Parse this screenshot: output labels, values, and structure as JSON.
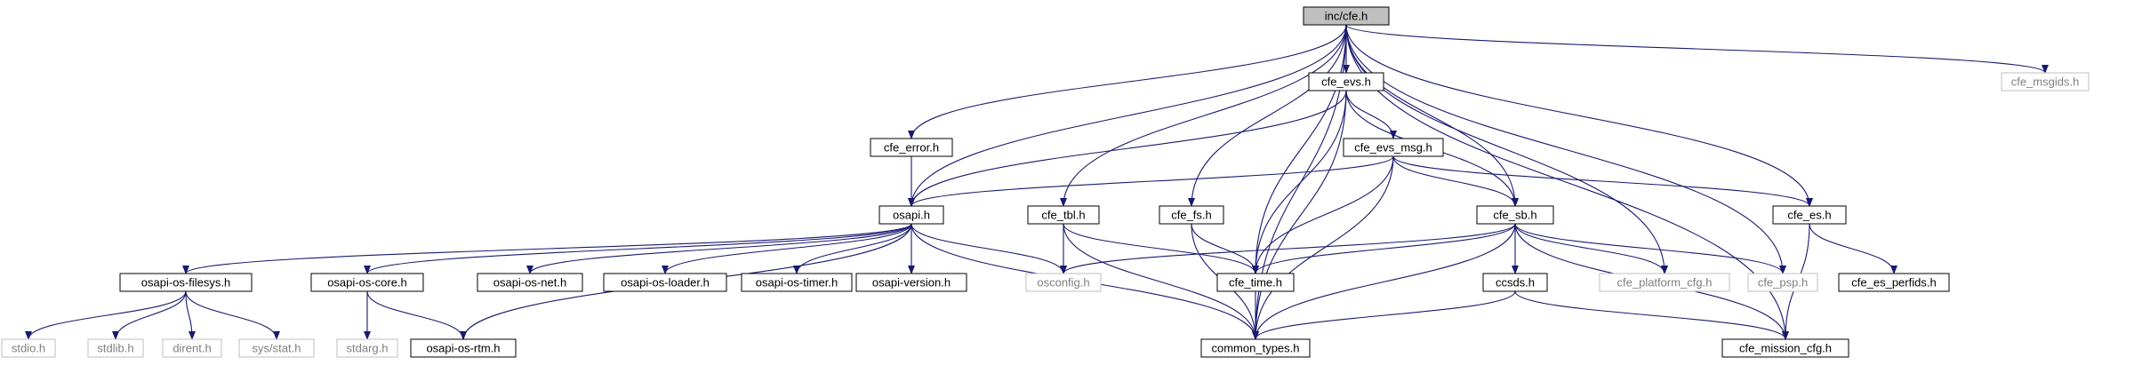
{
  "colors": {
    "edge": "#191970",
    "node_border": "#000000",
    "node_border_external": "#bfbfbf",
    "text": "#000000",
    "text_external": "#7f7f7f",
    "root_fill": "#bfbfbf",
    "fill": "#ffffff"
  },
  "nodes": [
    {
      "id": "cfe_h",
      "label": "inc/cfe.h",
      "kind": "root"
    },
    {
      "id": "cfe_evs_h",
      "label": "cfe_evs.h",
      "kind": "internal"
    },
    {
      "id": "cfe_msgids_h",
      "label": "cfe_msgids.h",
      "kind": "external"
    },
    {
      "id": "cfe_error_h",
      "label": "cfe_error.h",
      "kind": "internal"
    },
    {
      "id": "cfe_evs_msg_h",
      "label": "cfe_evs_msg.h",
      "kind": "internal"
    },
    {
      "id": "osapi_h",
      "label": "osapi.h",
      "kind": "internal"
    },
    {
      "id": "cfe_tbl_h",
      "label": "cfe_tbl.h",
      "kind": "internal"
    },
    {
      "id": "cfe_fs_h",
      "label": "cfe_fs.h",
      "kind": "internal"
    },
    {
      "id": "cfe_sb_h",
      "label": "cfe_sb.h",
      "kind": "internal"
    },
    {
      "id": "cfe_es_h",
      "label": "cfe_es.h",
      "kind": "internal"
    },
    {
      "id": "osapi_os_filesys_h",
      "label": "osapi-os-filesys.h",
      "kind": "internal"
    },
    {
      "id": "osapi_os_core_h",
      "label": "osapi-os-core.h",
      "kind": "internal"
    },
    {
      "id": "osapi_os_net_h",
      "label": "osapi-os-net.h",
      "kind": "internal"
    },
    {
      "id": "osapi_os_loader_h",
      "label": "osapi-os-loader.h",
      "kind": "internal"
    },
    {
      "id": "osapi_os_timer_h",
      "label": "osapi-os-timer.h",
      "kind": "internal"
    },
    {
      "id": "osapi_version_h",
      "label": "osapi-version.h",
      "kind": "internal"
    },
    {
      "id": "osconfig_h",
      "label": "osconfig.h",
      "kind": "external"
    },
    {
      "id": "cfe_time_h",
      "label": "cfe_time.h",
      "kind": "internal"
    },
    {
      "id": "ccsds_h",
      "label": "ccsds.h",
      "kind": "internal"
    },
    {
      "id": "cfe_platform_cfg_h",
      "label": "cfe_platform_cfg.h",
      "kind": "external"
    },
    {
      "id": "cfe_psp_h",
      "label": "cfe_psp.h",
      "kind": "external"
    },
    {
      "id": "cfe_es_perfids_h",
      "label": "cfe_es_perfids.h",
      "kind": "internal"
    },
    {
      "id": "stdio_h",
      "label": "stdio.h",
      "kind": "external"
    },
    {
      "id": "stdlib_h",
      "label": "stdlib.h",
      "kind": "external"
    },
    {
      "id": "dirent_h",
      "label": "dirent.h",
      "kind": "external"
    },
    {
      "id": "sys_stat_h",
      "label": "sys/stat.h",
      "kind": "external"
    },
    {
      "id": "stdarg_h",
      "label": "stdarg.h",
      "kind": "external"
    },
    {
      "id": "osapi_os_rtm_h",
      "label": "osapi-os-rtm.h",
      "kind": "internal"
    },
    {
      "id": "common_types_h",
      "label": "common_types.h",
      "kind": "internal"
    },
    {
      "id": "cfe_mission_cfg_h",
      "label": "cfe_mission_cfg.h",
      "kind": "internal"
    }
  ],
  "edges": [
    {
      "from": "cfe_h",
      "to": "cfe_evs_h"
    },
    {
      "from": "cfe_h",
      "to": "cfe_msgids_h"
    },
    {
      "from": "cfe_h",
      "to": "cfe_error_h"
    },
    {
      "from": "cfe_h",
      "to": "osapi_h"
    },
    {
      "from": "cfe_h",
      "to": "cfe_tbl_h"
    },
    {
      "from": "cfe_h",
      "to": "cfe_fs_h"
    },
    {
      "from": "cfe_h",
      "to": "cfe_sb_h"
    },
    {
      "from": "cfe_h",
      "to": "cfe_es_h"
    },
    {
      "from": "cfe_h",
      "to": "cfe_time_h"
    },
    {
      "from": "cfe_h",
      "to": "common_types_h"
    },
    {
      "from": "cfe_h",
      "to": "cfe_platform_cfg_h"
    },
    {
      "from": "cfe_h",
      "to": "cfe_psp_h"
    },
    {
      "from": "cfe_h",
      "to": "cfe_mission_cfg_h"
    },
    {
      "from": "cfe_evs_h",
      "to": "cfe_evs_msg_h"
    },
    {
      "from": "cfe_evs_h",
      "to": "osapi_h"
    },
    {
      "from": "cfe_evs_h",
      "to": "cfe_sb_h"
    },
    {
      "from": "cfe_evs_h",
      "to": "cfe_time_h"
    },
    {
      "from": "cfe_evs_h",
      "to": "common_types_h"
    },
    {
      "from": "cfe_error_h",
      "to": "osapi_h"
    },
    {
      "from": "cfe_evs_msg_h",
      "to": "osapi_h"
    },
    {
      "from": "cfe_evs_msg_h",
      "to": "cfe_sb_h"
    },
    {
      "from": "cfe_evs_msg_h",
      "to": "cfe_es_h"
    },
    {
      "from": "cfe_evs_msg_h",
      "to": "cfe_time_h"
    },
    {
      "from": "cfe_evs_msg_h",
      "to": "common_types_h"
    },
    {
      "from": "osapi_h",
      "to": "osapi_os_filesys_h"
    },
    {
      "from": "osapi_h",
      "to": "osapi_os_core_h"
    },
    {
      "from": "osapi_h",
      "to": "osapi_os_net_h"
    },
    {
      "from": "osapi_h",
      "to": "osapi_os_loader_h"
    },
    {
      "from": "osapi_h",
      "to": "osapi_os_timer_h"
    },
    {
      "from": "osapi_h",
      "to": "osapi_version_h"
    },
    {
      "from": "osapi_h",
      "to": "osconfig_h"
    },
    {
      "from": "osapi_h",
      "to": "osapi_os_rtm_h"
    },
    {
      "from": "osapi_h",
      "to": "common_types_h"
    },
    {
      "from": "cfe_tbl_h",
      "to": "osconfig_h"
    },
    {
      "from": "cfe_tbl_h",
      "to": "cfe_time_h"
    },
    {
      "from": "cfe_tbl_h",
      "to": "common_types_h"
    },
    {
      "from": "cfe_fs_h",
      "to": "cfe_time_h"
    },
    {
      "from": "cfe_fs_h",
      "to": "common_types_h"
    },
    {
      "from": "cfe_sb_h",
      "to": "osconfig_h"
    },
    {
      "from": "cfe_sb_h",
      "to": "cfe_time_h"
    },
    {
      "from": "cfe_sb_h",
      "to": "ccsds_h"
    },
    {
      "from": "cfe_sb_h",
      "to": "cfe_platform_cfg_h"
    },
    {
      "from": "cfe_sb_h",
      "to": "cfe_psp_h"
    },
    {
      "from": "cfe_sb_h",
      "to": "common_types_h"
    },
    {
      "from": "cfe_sb_h",
      "to": "cfe_mission_cfg_h"
    },
    {
      "from": "cfe_es_h",
      "to": "cfe_es_perfids_h"
    },
    {
      "from": "cfe_es_h",
      "to": "cfe_mission_cfg_h"
    },
    {
      "from": "osapi_os_filesys_h",
      "to": "stdio_h"
    },
    {
      "from": "osapi_os_filesys_h",
      "to": "stdlib_h"
    },
    {
      "from": "osapi_os_filesys_h",
      "to": "dirent_h"
    },
    {
      "from": "osapi_os_filesys_h",
      "to": "sys_stat_h"
    },
    {
      "from": "osapi_os_core_h",
      "to": "stdarg_h"
    },
    {
      "from": "osapi_os_core_h",
      "to": "osapi_os_rtm_h"
    },
    {
      "from": "cfe_time_h",
      "to": "common_types_h"
    },
    {
      "from": "ccsds_h",
      "to": "common_types_h"
    },
    {
      "from": "ccsds_h",
      "to": "cfe_mission_cfg_h"
    }
  ]
}
